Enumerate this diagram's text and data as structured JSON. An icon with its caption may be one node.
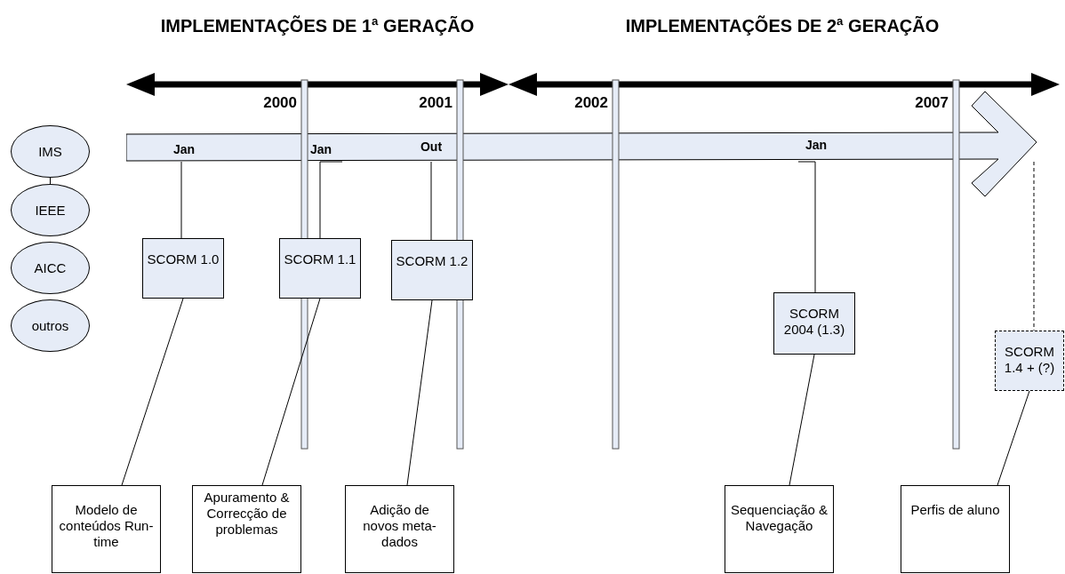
{
  "diagram": {
    "nodes": [
      {
        "text": [
          "IMS"
        ]
      },
      {
        "text": [
          "IEEE"
        ]
      },
      {
        "text": [
          "AICC"
        ]
      },
      {
        "text": [
          "outros"
        ]
      },
      {
        "text": [],
        "shape": "arrow"
      },
      {
        "text": [
          "SCORM 1.0"
        ]
      },
      {
        "text": [
          "SCORM 1.1"
        ]
      },
      {
        "text": [
          "SCORM 1.2"
        ]
      },
      {
        "text": [
          "SCORM 2004 (1.3)"
        ]
      },
      {
        "text": [
          "SCORM 1.4 + (?)"
        ]
      },
      {
        "text": [
          "Modelo de conteúdos Run-time"
        ]
      },
      {
        "text": [
          "Apuramento & Correcção de problemas"
        ]
      },
      {
        "text": [
          "Adição de novos meta-dados"
        ]
      },
      {
        "text": [
          "Sequenciação & Navegação"
        ]
      },
      {
        "text": [
          "Perfis de aluno"
        ]
      }
    ],
    "edges": [
      {
        "from": 0,
        "to": 1,
        "arrow": "none"
      },
      {
        "from": 4,
        "to": 5,
        "arrow": "none"
      },
      {
        "from": 4,
        "to": 6,
        "arrow": "none"
      },
      {
        "from": 4,
        "to": 7,
        "arrow": "none"
      },
      {
        "from": 4,
        "to": 8,
        "arrow": "none"
      },
      {
        "from": 4,
        "to": 9,
        "arrow": "none",
        "style": "dashed"
      },
      {
        "from": 5,
        "to": 10,
        "arrow": "none"
      },
      {
        "from": 6,
        "to": 11,
        "arrow": "none"
      },
      {
        "from": 7,
        "to": 12,
        "arrow": "none"
      },
      {
        "from": 8,
        "to": 13,
        "arrow": "none"
      },
      {
        "from": 9,
        "to": 14,
        "arrow": "none"
      }
    ],
    "labels": [
      "IMPLEMENTAÇÕES DE 1ª GERAÇÃO",
      "IMPLEMENTAÇÕES DE 2ª GERAÇÃO",
      "2000",
      "2001",
      "2002",
      "2007",
      "Jan",
      "Jan",
      "Out",
      "Jan"
    ]
  }
}
